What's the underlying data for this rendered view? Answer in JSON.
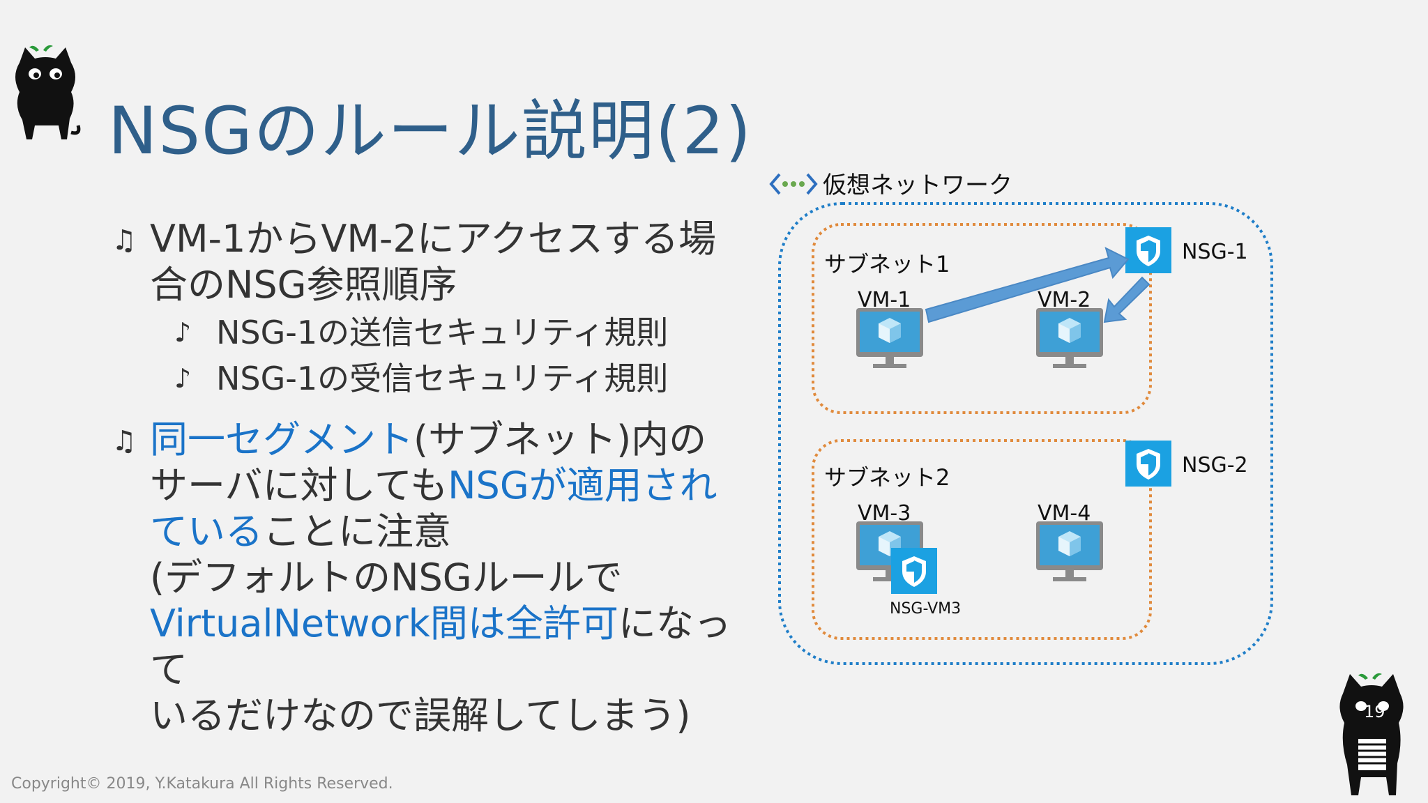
{
  "slide": {
    "title": "NSGのルール説明(2)",
    "page_number": "19",
    "copyright": "Copyright© 2019, Y.Katakura All Rights Reserved."
  },
  "bullets": {
    "b1_line1": "VM-1からVM-2にアクセスする場",
    "b1_line2": "合のNSG参照順序",
    "sub1": "NSG-1の送信セキュリティ規則",
    "sub2": "NSG-1の受信セキュリティ規則",
    "b2_l1_blue": "同一セグメント",
    "b2_l1_rest": "(サブネット)内の",
    "b2_l2_black": "サーバに対しても",
    "b2_l2_blue": "NSGが適用され",
    "b2_l3_blue": "ている",
    "b2_l3_rest": "ことに注意",
    "b2_l4": "(デフォルトのNSGルールで",
    "b2_l5_blue": "VirtualNetwork間は全許可",
    "b2_l5_rest": "になって",
    "b2_l6": "いるだけなので誤解してしまう)"
  },
  "diagram": {
    "vnet_label": "仮想ネットワーク",
    "subnet1_label": "サブネット1",
    "subnet2_label": "サブネット2",
    "nsg1_label": "NSG-1",
    "nsg2_label": "NSG-2",
    "nsg_vm3_label": "NSG-VM3",
    "vm1": "VM-1",
    "vm2": "VM-2",
    "vm3": "VM-3",
    "vm4": "VM-4"
  },
  "colors": {
    "title": "#2f5f8a",
    "highlight": "#1a73c8",
    "vnet_border": "#1f7ec8",
    "subnet_border": "#e08a3c",
    "nsg_fill": "#1ba1e2",
    "arrow": "#5b9bd5"
  }
}
